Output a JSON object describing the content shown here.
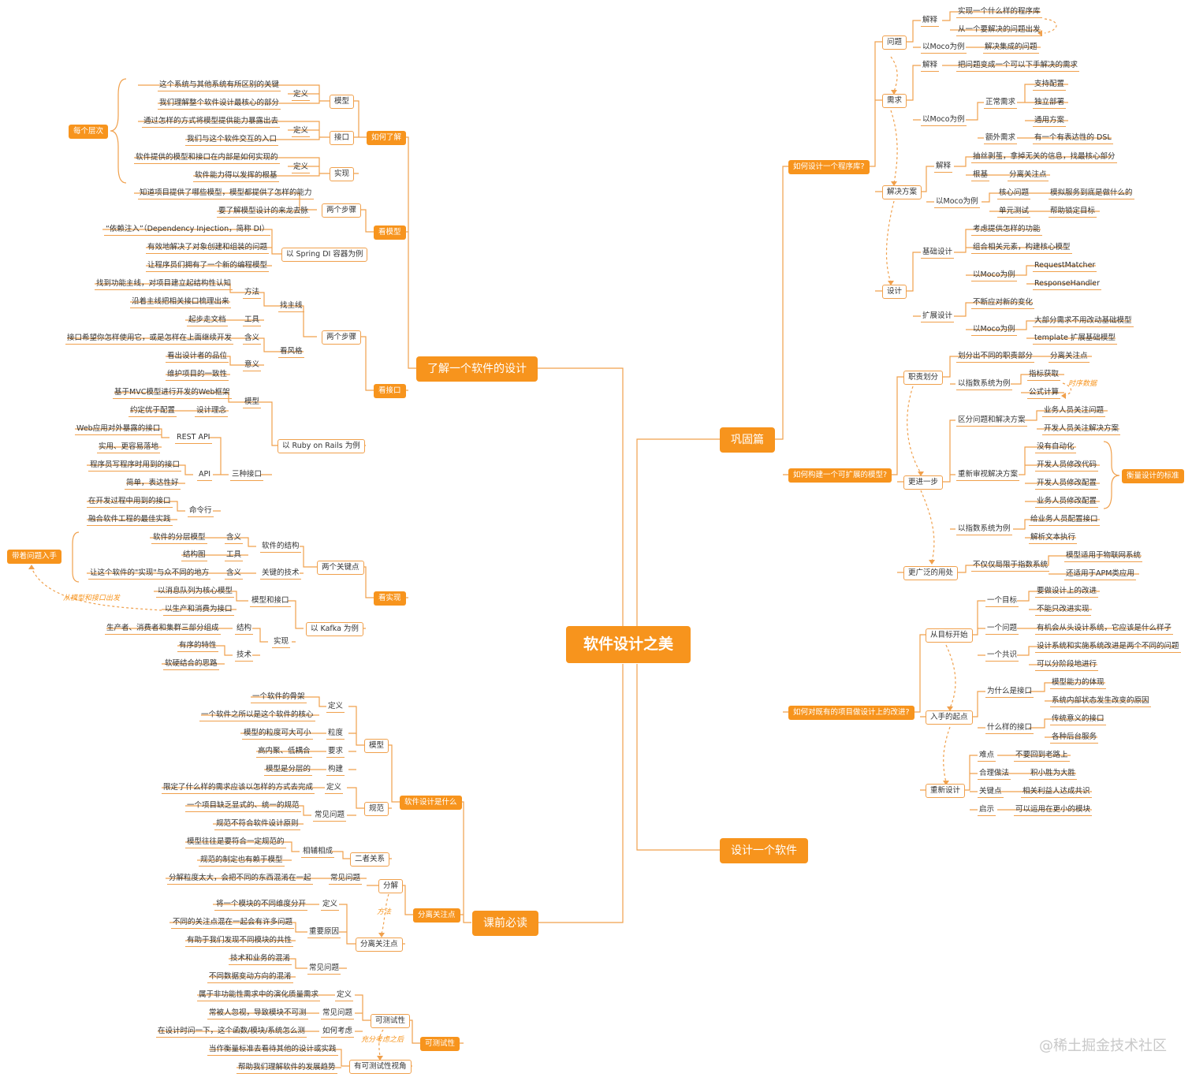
{
  "root": "软件设计之美",
  "watermark": "@稀土掘金技术社区",
  "colors": {
    "accent": "#f7941d",
    "line": "#f0a04c",
    "text": "#333333"
  },
  "left": {
    "main": "了解一个软件的设计",
    "how": "如何了解",
    "model": "模型",
    "model_def": "定义",
    "model_a": "这个系统与其他系统有所区别的关键",
    "model_b": "我们理解整个软件设计最核心的部分",
    "iface": "接口",
    "iface_def": "定义",
    "iface_a": "通过怎样的方式将模型提供能力暴露出去",
    "iface_b": "我们与这个软件交互的入口",
    "impl": "实现",
    "impl_def": "定义",
    "impl_a": "软件提供的模型和接口在内部是如何实现的",
    "impl_b": "软件能力得以发挥的根基",
    "each": "每个层次",
    "look_model": "看模型",
    "lm_steps": "两个步骤",
    "lm_s1": "知道项目提供了哪些模型，模型都提供了怎样的能力",
    "lm_s2": "要了解模型设计的来龙去脉",
    "lm_spring": "以 Spring DI 容器为例",
    "lm_sp1": "“依赖注入”（Dependency Injection，简称 DI）",
    "lm_sp2": "有效地解决了对象创建和组装的问题",
    "lm_sp3": "让程序员们拥有了一个新的编程模型",
    "look_iface": "看接口",
    "li_steps": "两个步骤",
    "li_main": "找主线",
    "li_method": "方法",
    "li_m1": "找到功能主线，对项目建立起结构性认知",
    "li_m2": "沿着主线把相关接口梳理出来",
    "li_tool": "工具",
    "li_t1": "起步走文档",
    "li_style": "看风格",
    "li_mean": "含义",
    "li_mean1": "接口希望你怎样使用它，或是怎样在上面继续开发",
    "li_sig": "意义",
    "li_sig1": "看出设计者的品位",
    "li_sig2": "维护项目的一致性",
    "li_ruby": "以 Ruby on Rails 为例",
    "li_model": "模型",
    "li_mvc": "基于MVC模型进行开发的Web框架",
    "li_idea": "设计理念",
    "li_conv": "约定优于配置",
    "li_three": "三种接口",
    "li_rest": "REST API",
    "li_rest1": "Web应用对外暴露的接口",
    "li_rest2": "实用、更容易落地",
    "li_api": "API",
    "li_api1": "程序员写程序时用到的接口",
    "li_api2": "简单，表达性好",
    "li_cmd": "命令行",
    "li_cmd1": "在开发过程中用到的接口",
    "li_cmd2": "融合软件工程的最佳实践",
    "look_impl": "看实现",
    "lx_two": "两个关键点",
    "lx_struct": "软件的结构",
    "lx_mean": "含义",
    "lx_layer": "软件的分层模型",
    "lx_tool": "工具",
    "lx_diagram": "结构图",
    "lx_key": "关键的技术",
    "lx_mean2": "含义",
    "lx_impl": "让这个软件的\"实现\"与众不同的地方",
    "lx_kafka": "以 Kafka 为例",
    "lx_mi": "模型和接口",
    "lx_k1": "以消息队列为核心模型",
    "lx_k2": "以生产和消费为接口",
    "lx_real": "实现",
    "lx_sturc": "结构",
    "lx_k3": "生产者、消费者和集群三部分组成",
    "lx_tech": "技术",
    "lx_k4": "有序的特性",
    "lx_k5": "软硬结合的思路",
    "problem": "带着问题入手",
    "from_model": "从模型和接口出发"
  },
  "pre": {
    "main": "课前必读",
    "what": "软件设计是什么",
    "model": "模型",
    "m_def": "定义",
    "m_d1": "一个软件的骨架",
    "m_d2": "一个软件之所以是这个软件的核心",
    "m_gran": "粒度",
    "m_g1": "模型的粒度可大可小",
    "m_req": "要求",
    "m_r1": "高内聚、低耦合",
    "m_build": "构建",
    "m_b1": "模型是分层的",
    "spec": "规范",
    "s_def": "定义",
    "s_d1": "限定了什么样的需求应该以怎样的方式去完成",
    "s_common": "常见问题",
    "s_c1": "一个项目缺乏显式的、统一的规范",
    "s_c2": "规范不符合软件设计原则",
    "rel": "二者关系",
    "r_mutual": "相辅相成",
    "r_1": "模型往往是要符合一定规范的",
    "r_2": "规范的制定也有赖于模型",
    "sep": "分离关注点",
    "split": "分解",
    "split_common": "常见问题",
    "split_1": "分解粒度太大，会把不同的东西混淆在一起",
    "method": "方法",
    "sep2": "分离关注点",
    "sep_def": "定义",
    "sep_d1": "将一个模块的不同维度分开",
    "sep_reason": "重要原因",
    "sep_r1": "不同的关注点混在一起会有许多问题",
    "sep_r2": "有助于我们发现不同模块的共性",
    "sep_common": "常见问题",
    "sep_c1": "技术和业务的混淆",
    "sep_c2": "不同数据变动方向的混淆",
    "test": "可测试性",
    "t_node": "可测试性",
    "t_def": "定义",
    "t_d1": "属于非功能性需求中的演化质量需求",
    "t_common": "常见问题",
    "t_c1": "常被人忽视，导致模块不可测",
    "t_how": "如何考虑",
    "t_h1": "在设计时问一下，这个函数/模块/系统怎么测",
    "t_full": "充分考虑之后",
    "t_view": "有可测试性视角",
    "t_v1": "当作衡量标准去看待其他的设计或实践",
    "t_v2": "帮助我们理解软件的发展趋势"
  },
  "right": {
    "main": "巩固篇",
    "lib": "如何设计一个程序库?",
    "q": "问题",
    "q_exp": "解释",
    "q_e1": "实现一个什么样的程序库",
    "q_e2": "从一个要解决的问题出发",
    "q_moco": "以Moco为例",
    "q_m1": "解决集成的问题",
    "need": "需求",
    "n_exp": "解释",
    "n_e1": "把问题变成一个可以下手解决的需求",
    "n_moco": "以Moco为例",
    "n_normal": "正常需求",
    "n_n1": "支持配置",
    "n_n2": "独立部署",
    "n_n3": "通用方案",
    "n_extra": "额外需求",
    "n_x1": "有一个有表达性的 DSL",
    "sol": "解决方案",
    "so_exp": "解释",
    "so_e1": "抽丝剥茧，拿掉无关的信息，找最核心部分",
    "so_base": "根基",
    "so_b1": "分离关注点",
    "so_moco": "以Moco为例",
    "so_core": "核心问题",
    "so_c1": "模拟服务到底是做什么的",
    "so_unit": "单元测试",
    "so_u1": "帮助锁定目标",
    "design": "设计",
    "d_base": "基础设计",
    "d_b1": "考虑提供怎样的功能",
    "d_b2": "组合相关元素，构建核心模型",
    "d_moco": "以Moco为例",
    "d_rm": "RequestMatcher",
    "d_rh": "ResponseHandler",
    "d_ext": "扩展设计",
    "d_e1": "不断应对新的变化",
    "d_moco2": "以Moco为例",
    "d_e2": "大部分需求不用改动基础模型",
    "d_e3": "template 扩展基础模型",
    "ext": "如何构建一个可扩展的模型?",
    "duty": "职责划分",
    "du_1": "划分出不同的职责部分",
    "du_sep": "分离关注点",
    "du_ind": "以指数系统为例",
    "du_get": "指标获取",
    "du_calc": "公式计算",
    "du_time": "时序数据",
    "further": "更进一步",
    "f_split": "区分问题和解决方案",
    "f_s1": "业务人员关注问题",
    "f_s2": "开发人员关注解决方案",
    "f_review": "重新审视解决方案",
    "f_r1": "没有自动化",
    "f_r2": "开发人员修改代码",
    "f_r3": "开发人员修改配置",
    "f_r4": "业务人员修改配置",
    "f_std": "衡量设计的标准",
    "f_ind": "以指数系统为例",
    "f_i1": "给业务人员配置接口",
    "f_i2": "解析文本执行",
    "wide": "更广泛的用处",
    "w_1": "不仅仅局限于指数系统",
    "w_2": "模型适用于物联网系统",
    "w_3": "还适用于APM类应用",
    "improve": "如何对既有的项目做设计上的改进?",
    "goal": "从目标开始",
    "g_target": "一个目标",
    "g_t1": "要做设计上的改进",
    "g_t2": "不能只改进实现",
    "g_prob": "一个问题",
    "g_p1": "有机会从头设计系统，它应该是什么样子",
    "g_cons": "一个共识",
    "g_c1": "设计系统和实施系统改进是两个不同的问题",
    "g_c2": "可以分阶段地进行",
    "start": "入手的起点",
    "st_why": "为什么是接口",
    "st_w1": "模型能力的体现",
    "st_w2": "系统内部状态发生改变的原因",
    "st_what": "什么样的接口",
    "st_h1": "传统意义的接口",
    "st_h2": "各种后台服务",
    "redesign": "重新设计",
    "re_hard": "难点",
    "re_h1": "不要回到老路上",
    "re_way": "合理做法",
    "re_w1": "积小胜为大胜",
    "re_key": "关键点",
    "re_k1": "相关利益人达成共识",
    "re_insp": "启示",
    "re_i1": "可以运用在更小的模块"
  },
  "design_one": {
    "main": "设计一个软件"
  }
}
